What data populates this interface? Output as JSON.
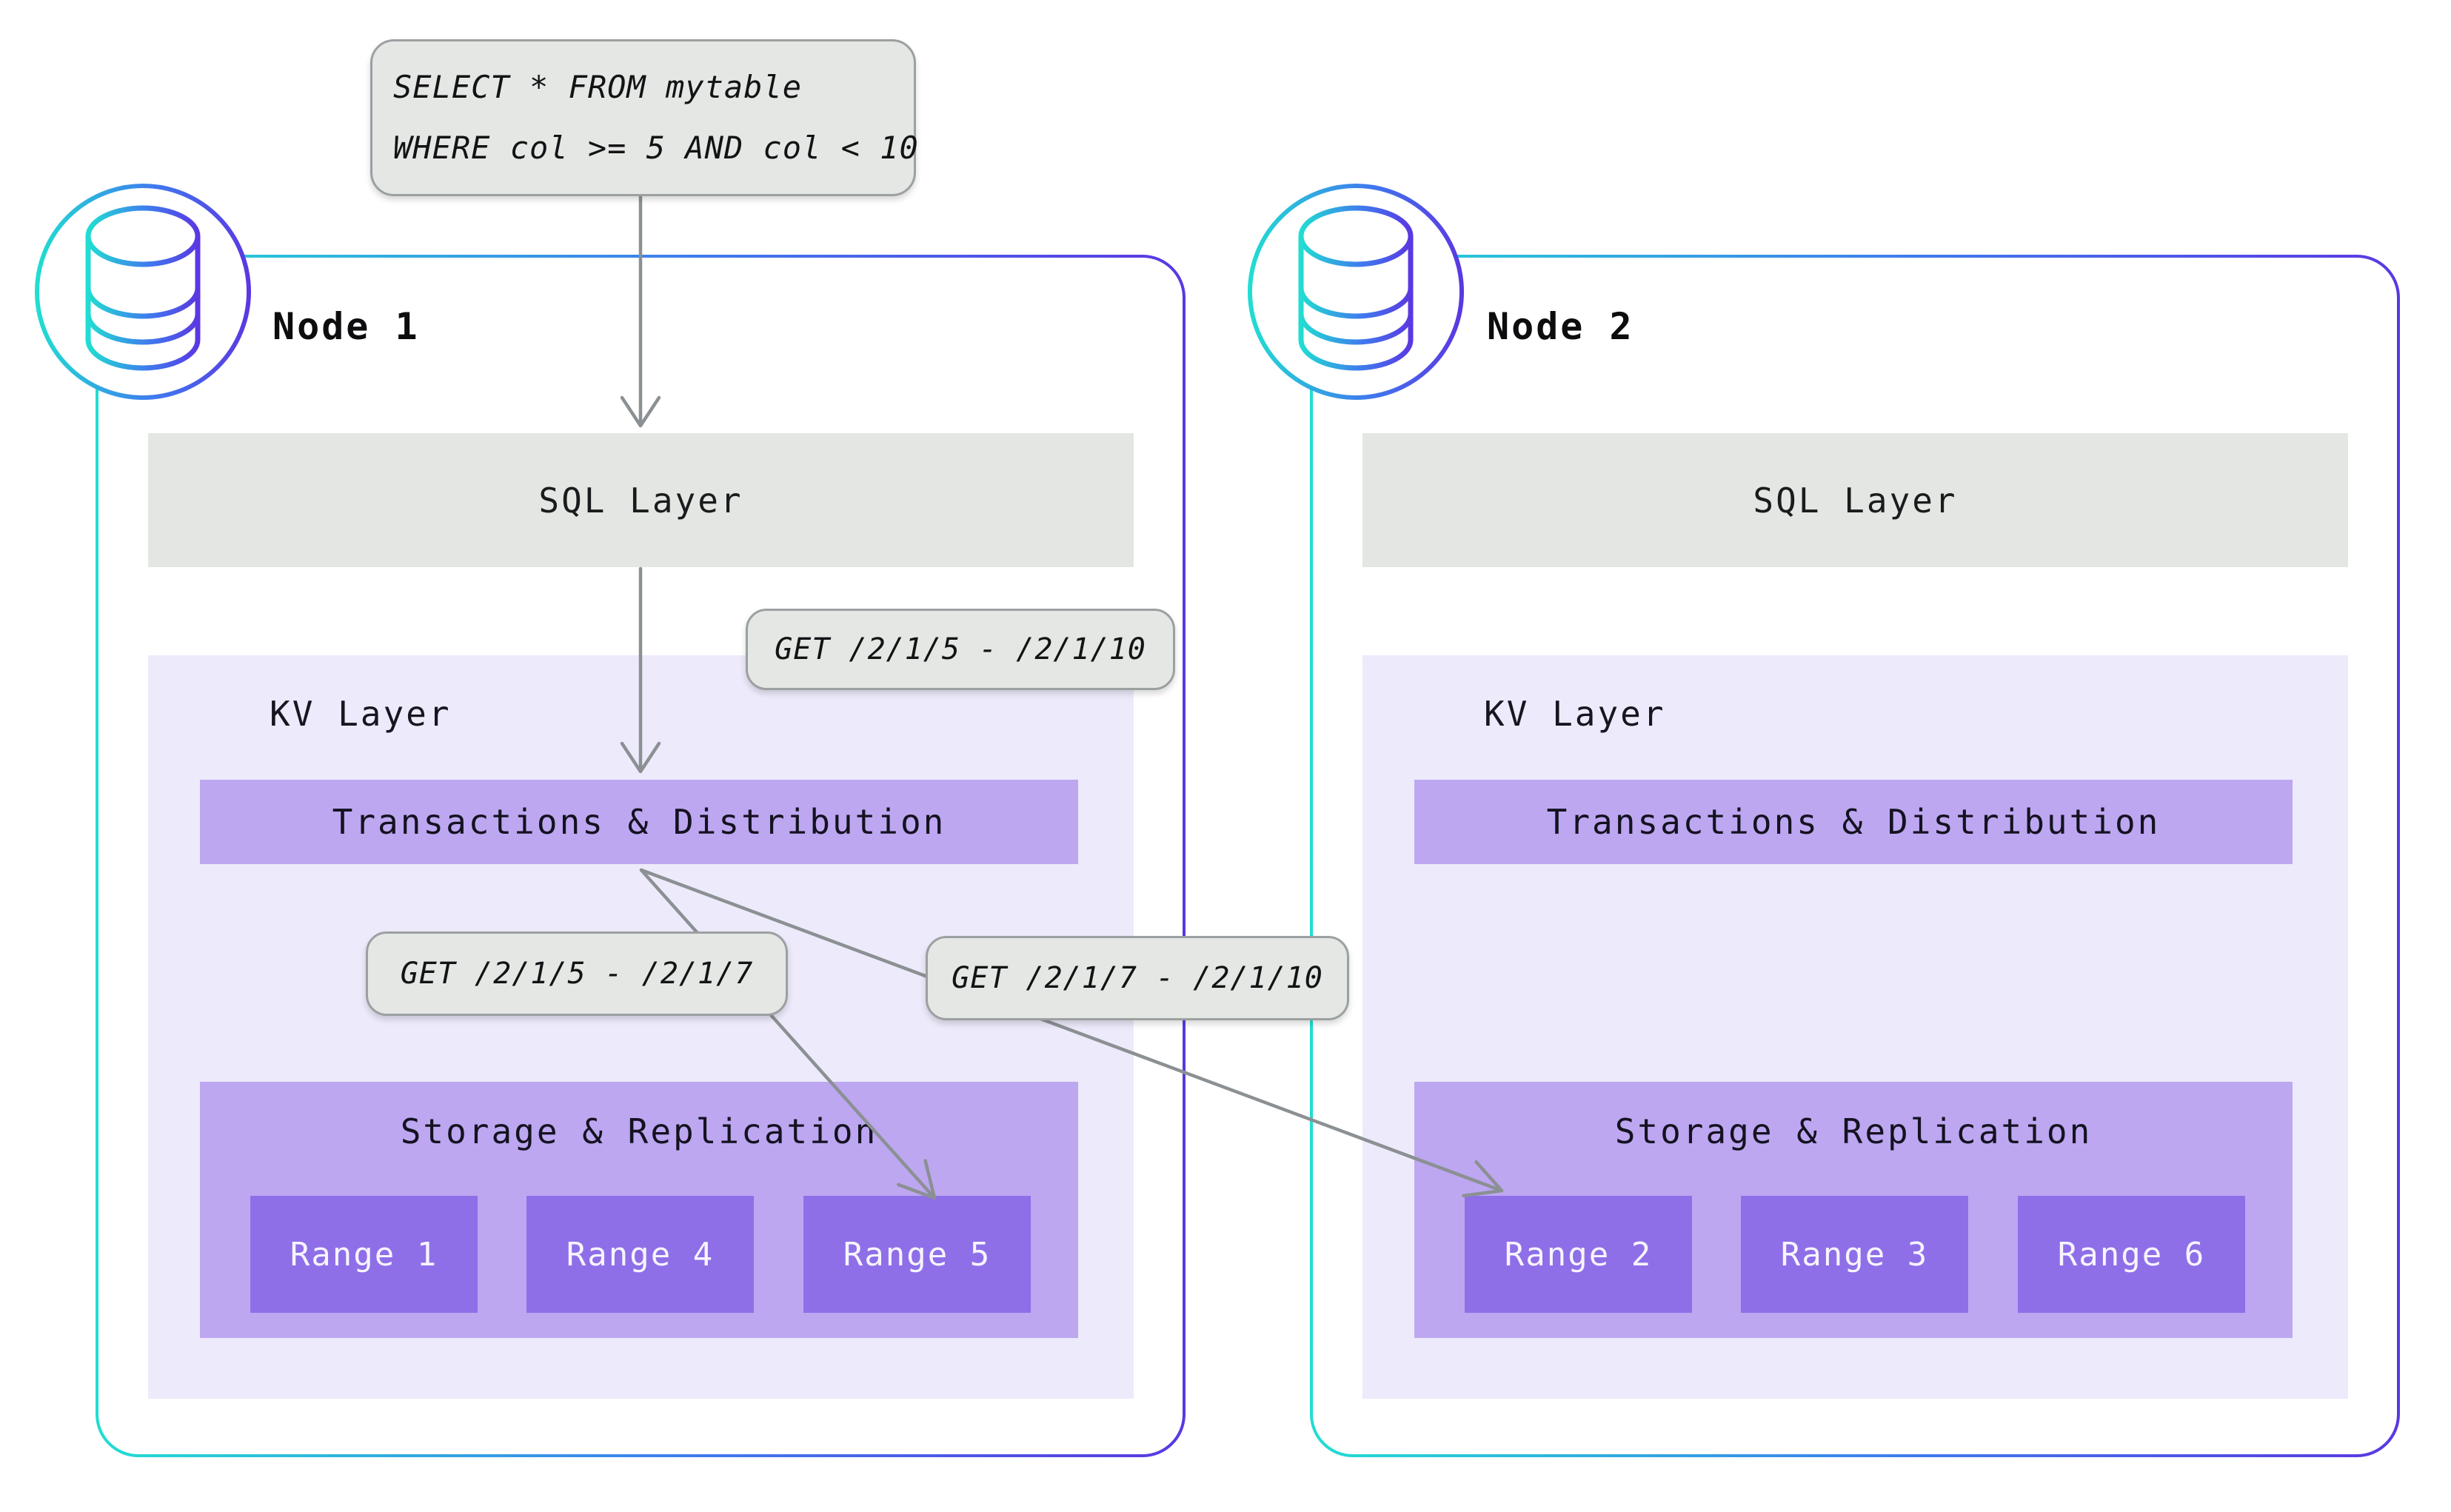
{
  "query_bubble": {
    "line1": "SELECT * FROM mytable",
    "line2": "WHERE col >= 5 AND col < 10"
  },
  "kv_requests": {
    "full_range": "GET /2/1/5 - /2/1/10",
    "left_split": "GET /2/1/5 - /2/1/7",
    "right_split": "GET /2/1/7 - /2/1/10"
  },
  "nodes": [
    {
      "title": "Node 1",
      "sql_layer_label": "SQL Layer",
      "kv_layer_label": "KV Layer",
      "transactions_label": "Transactions & Distribution",
      "storage_label": "Storage & Replication",
      "ranges": [
        "Range 1",
        "Range 4",
        "Range 5"
      ]
    },
    {
      "title": "Node 2",
      "sql_layer_label": "SQL Layer",
      "kv_layer_label": "KV Layer",
      "transactions_label": "Transactions & Distribution",
      "storage_label": "Storage & Replication",
      "ranges": [
        "Range 2",
        "Range 3",
        "Range 6"
      ]
    }
  ],
  "icons": {
    "node": "database-icon"
  },
  "colors": {
    "node_border_start": "#21ddd2",
    "node_border_mid": "#3f7bee",
    "node_border_end": "#5a38e2",
    "sql_layer_bg": "#e4e6e3",
    "kv_layer_bg": "#edeafb",
    "purple_bar_bg": "#bda7f1",
    "range_bg": "#8e6fe8",
    "bubble_bg": "#e5e7e5",
    "bubble_border": "#9ba0a0",
    "arrow": "#8b9093"
  }
}
